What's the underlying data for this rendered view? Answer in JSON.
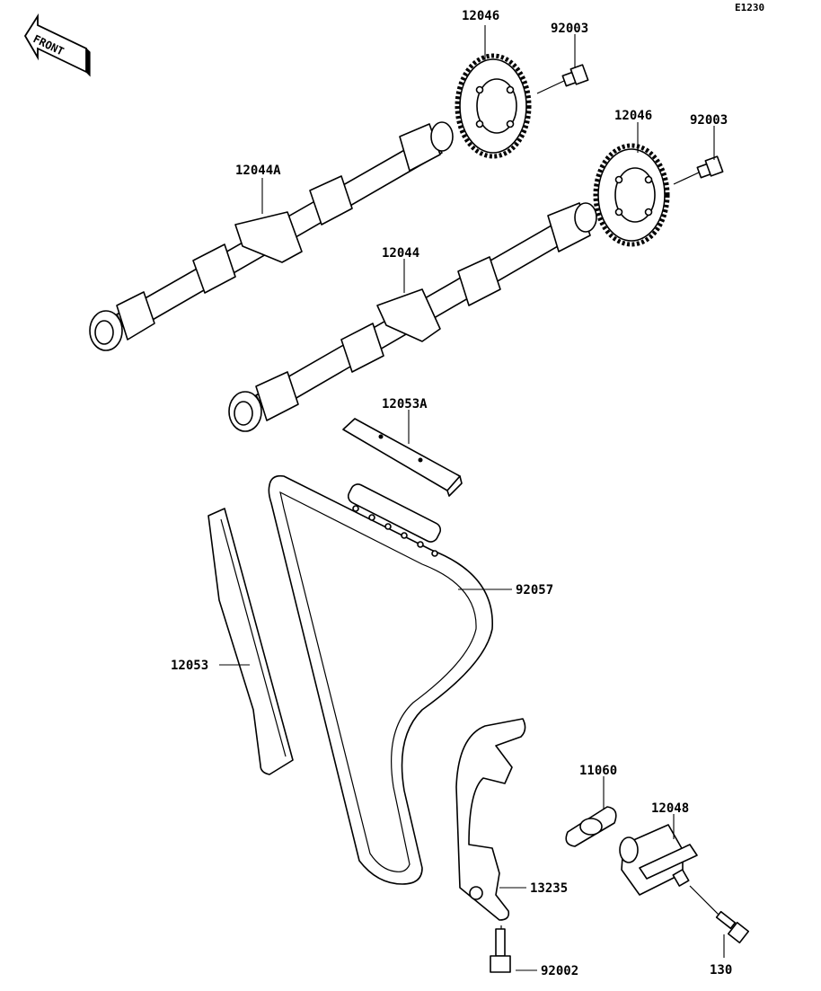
{
  "diagram": {
    "code": "E1230",
    "direction_label": "FRONT",
    "parts": {
      "sprocket_a": "12046",
      "bolt_a": "92003",
      "sprocket_b": "12046",
      "bolt_b": "92003",
      "camshaft_a": "12044A",
      "camshaft_b": "12044",
      "guide_top": "12053A",
      "chain": "92057",
      "guide_left": "12053",
      "gasket": "11060",
      "tensioner": "12048",
      "tensioner_guide": "13235",
      "bolt_guide": "92002",
      "bolt_tensioner": "130"
    }
  }
}
